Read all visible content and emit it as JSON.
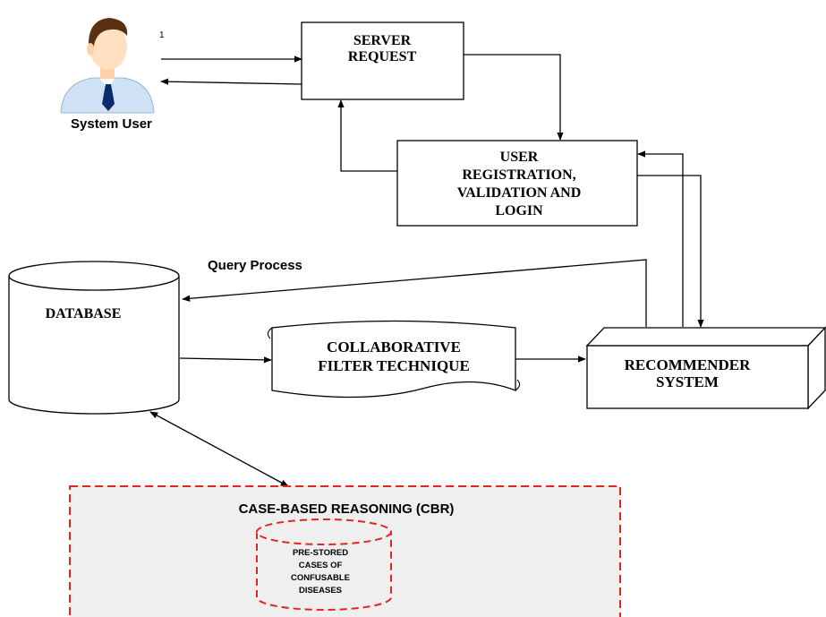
{
  "user": {
    "label": "System User",
    "mark": "1"
  },
  "server_request": {
    "line1": "SERVER",
    "line2": "REQUEST"
  },
  "user_registration": {
    "line1": "USER",
    "line2": "REGISTRATION,",
    "line3": "VALIDATION AND",
    "line4": "LOGIN"
  },
  "query_process": {
    "label": "Query Process"
  },
  "database": {
    "label": "DATABASE"
  },
  "collaborative_filter": {
    "line1": "COLLABORATIVE",
    "line2": "FILTER TECHNIQUE"
  },
  "recommender": {
    "line1": "RECOMMENDER",
    "line2": "SYSTEM"
  },
  "cbr": {
    "title": "CASE-BASED REASONING (CBR)",
    "cases_line1": "PRE-STORED",
    "cases_line2": "CASES OF",
    "cases_line3": "CONFUSABLE",
    "cases_line4": "DISEASES"
  },
  "colors": {
    "line": "#000000",
    "dashed": "#e8241c",
    "panel": "#efefef",
    "face": "#ffe0c0",
    "hair": "#5a2f12",
    "shirt": "#cfe2f5",
    "tie": "#0d2a6e"
  }
}
